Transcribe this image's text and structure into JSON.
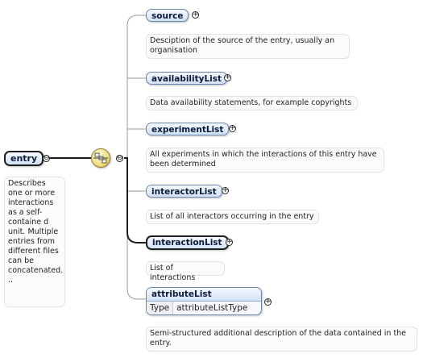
{
  "root": {
    "name": "entry",
    "doc": "Describes one or more interactions as a self-containe d unit. Multiple entries from different files can be concatenated. ..",
    "collapse_symbol": "⊖"
  },
  "sequence": {
    "collapse_symbol": "⊖",
    "icon": "sequence-compositor-icon"
  },
  "children": [
    {
      "name": "source",
      "doc": "Desciption of the source of the entry, usually an organisation",
      "expand_symbol": "+"
    },
    {
      "name": "availabilityList",
      "doc": "Data availability statements, for example copyrights",
      "expand_symbol": "+"
    },
    {
      "name": "experimentList",
      "doc": "All experiments in which the interactions of this entry have been determined",
      "expand_symbol": "+"
    },
    {
      "name": "interactorList",
      "doc": "List of all interactors occurring in the entry",
      "expand_symbol": "+"
    },
    {
      "name": "interactionList",
      "doc": "List of interactions",
      "expand_symbol": "+"
    },
    {
      "name": "attributeList",
      "type_key": "Type",
      "type_value": "attributeListType",
      "doc": "Semi-structured additional description of the data contained in the entry.",
      "expand_symbol": "+"
    }
  ],
  "colors": {
    "node_border": "#6b87b4",
    "node_fill_top": "#f5f9ff",
    "node_fill_bottom": "#d3e2f7",
    "compositor_fill": "#f0dd80",
    "wire": "#9a9a9a",
    "wire_required": "#1d1d1d"
  }
}
